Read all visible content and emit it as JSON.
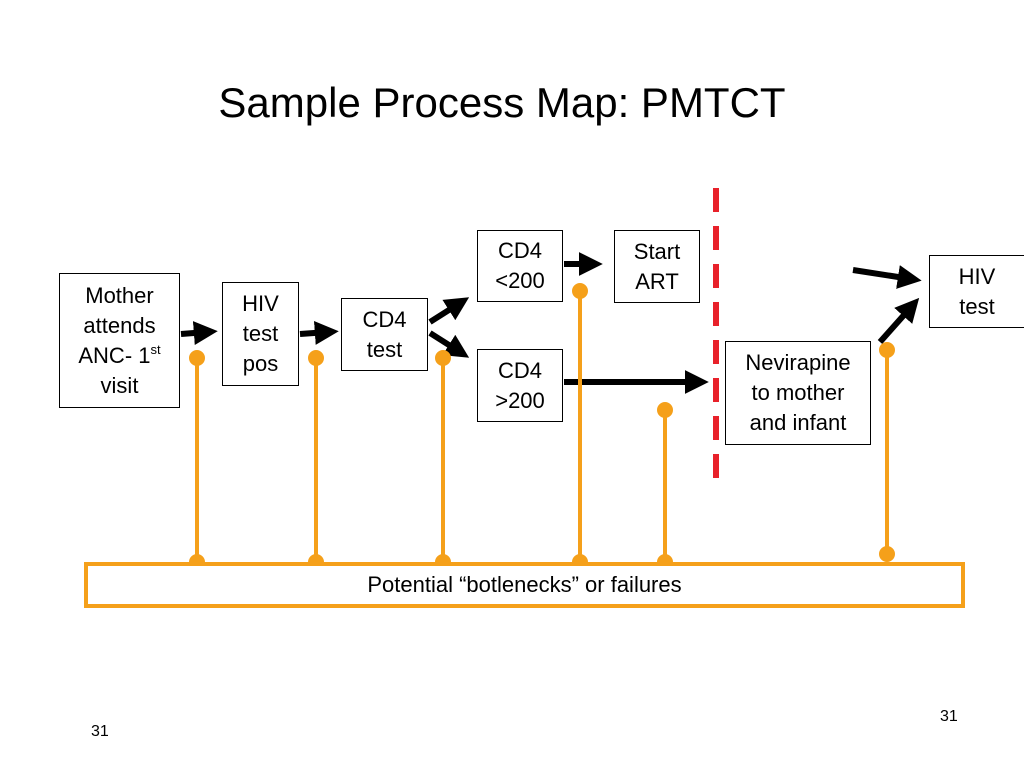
{
  "title": "Sample Process Map: PMTCT",
  "boxes": {
    "mother": {
      "line1": "Mother",
      "line2": "attends",
      "line3_main": "ANC- 1",
      "line3_sup": "st",
      "line4": "visit"
    },
    "hiv_pos": {
      "line1": "HIV",
      "line2": "test",
      "line3": "pos"
    },
    "cd4_test": {
      "line1": "CD4",
      "line2": "test"
    },
    "cd4_low": {
      "line1": "CD4",
      "line2": "<200"
    },
    "cd4_high": {
      "line1": "CD4",
      "line2": ">200"
    },
    "start_art": {
      "line1": "Start",
      "line2": "ART"
    },
    "nevirapine": {
      "line1": "Nevirapine",
      "line2": "to mother",
      "line3": "and infant"
    },
    "hiv_test": {
      "line1": "HIV",
      "line2": "test"
    }
  },
  "bottleneck_label": "Potential “botlenecks” or failures",
  "slide_number_right": "31",
  "slide_number_left": "31",
  "colors": {
    "bottleneck": "#f5a01a",
    "divider": "#e8212a",
    "arrow": "#000000"
  }
}
